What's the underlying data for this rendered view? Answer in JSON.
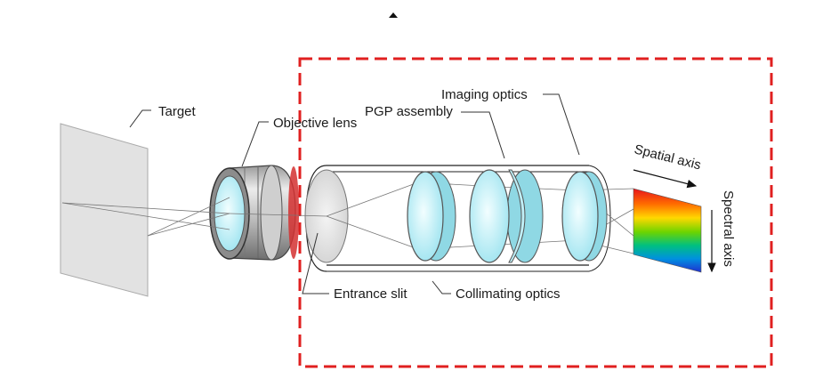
{
  "labels": {
    "target": "Target",
    "objective_lens": "Objective lens",
    "pgp_assembly": "PGP assembly",
    "imaging_optics": "Imaging optics",
    "spatial_axis": "Spatial axis",
    "spectral_axis": "Spectral axis",
    "entrance_slit": "Entrance slit",
    "collimating_optics": "Collimating optics"
  },
  "colors": {
    "boundary": "#e02020",
    "lens_glass": "#bff0f8",
    "lens_rim": "#555555",
    "spectrum": [
      "#e8141c",
      "#ff6a00",
      "#ffd800",
      "#6cd400",
      "#00c080",
      "#0090e0",
      "#2030d0"
    ]
  }
}
